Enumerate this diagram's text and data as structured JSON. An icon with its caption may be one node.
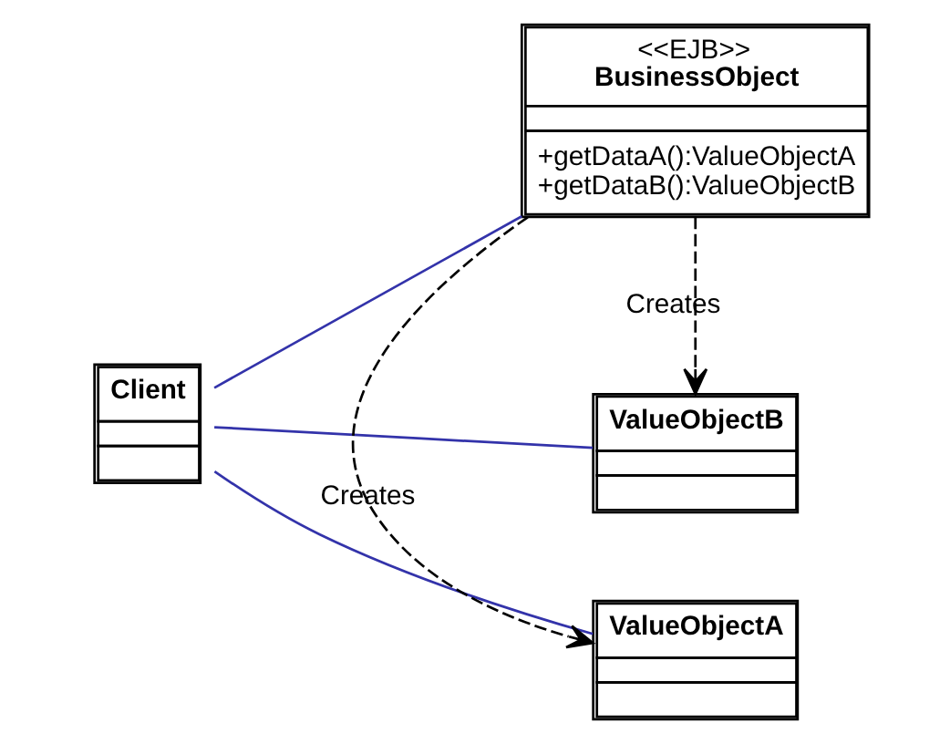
{
  "diagram": {
    "nodes": [
      {
        "text": [
          "ValueObjectB"
        ]
      },
      {
        "text": [
          "Client"
        ]
      },
      {
        "text": [
          "<<EJB>>",
          "BusinessObject",
          "+getDataA():ValueObjectA",
          "+getDataB():ValueObjectB"
        ]
      },
      {
        "text": [
          "ValueObjectA"
        ]
      }
    ],
    "edges": [
      {
        "from": 1,
        "to": 0,
        "arrow": "none"
      },
      {
        "from": 1,
        "to": 2,
        "arrow": "none"
      },
      {
        "from": 1,
        "to": 3,
        "arrow": "none"
      },
      {
        "from": 2,
        "to": 0,
        "arrow": "to",
        "label": "Creates",
        "style": "dashed",
        "color": "#000000"
      },
      {
        "from": 2,
        "to": 3,
        "arrow": "to",
        "label": "Creates",
        "style": "dashed",
        "color": "#000000"
      }
    ]
  }
}
